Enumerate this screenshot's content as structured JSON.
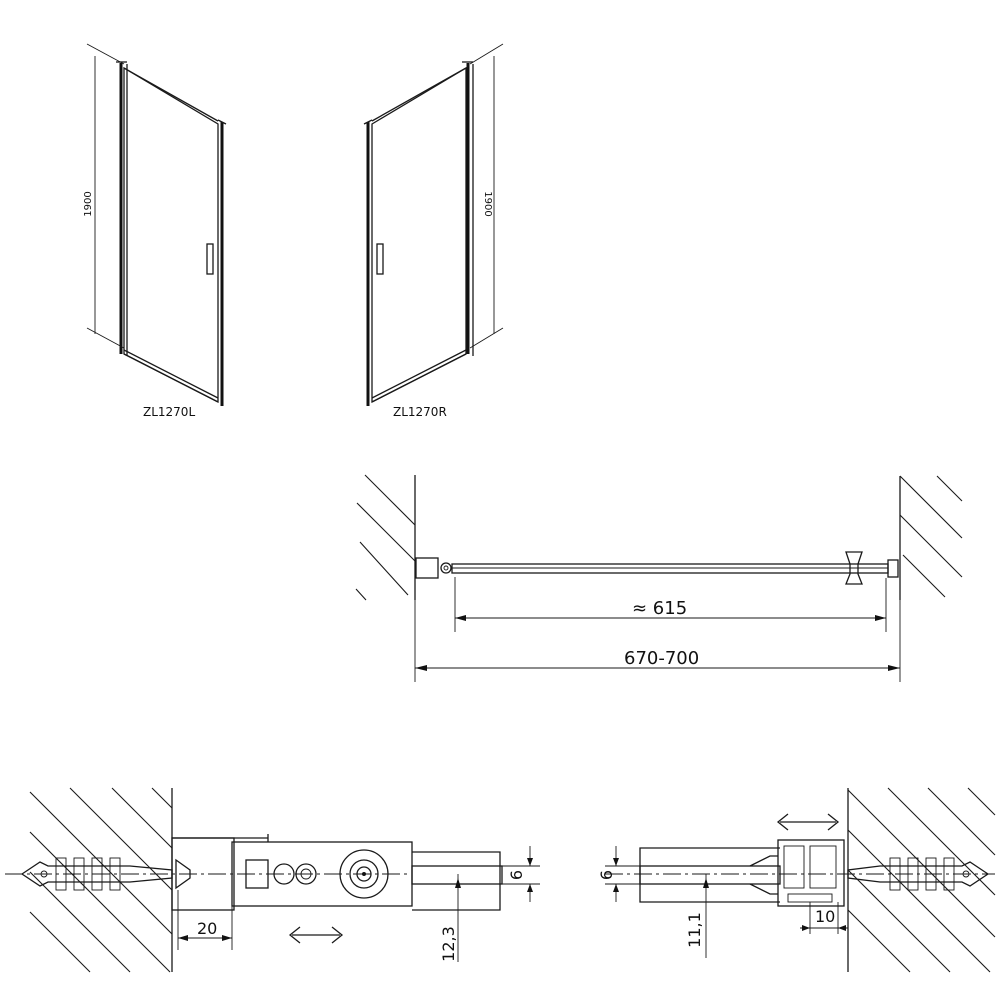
{
  "colors": {
    "glass": "#b8f4f4",
    "line": "#1a1a1a"
  },
  "panels": {
    "left": {
      "label": "ZL1270L",
      "height": "1900"
    },
    "right": {
      "label": "ZL1270R",
      "height": "1900"
    }
  },
  "plan": {
    "inner_width": "≈ 615",
    "outer_width": "670-700"
  },
  "details": {
    "left": {
      "offset": "20",
      "thickness": "6",
      "depth": "12,3"
    },
    "right": {
      "thickness": "6",
      "depth": "11,1",
      "offset": "10"
    }
  }
}
